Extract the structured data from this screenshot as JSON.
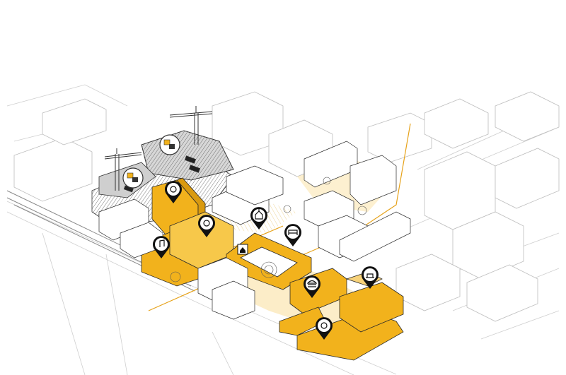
{
  "palette": {
    "background": "#ffffff",
    "context_line": "#c8c8c8",
    "highlight": "#f2b21c",
    "highlight_light": "#f7d27a",
    "construction": "#8c8c8c",
    "outline": "#2a2a2a",
    "path": "#e6a21a",
    "street": "#d9d9d9"
  },
  "pins": [
    {
      "id": "pin-library",
      "icon": "reading-person-icon"
    },
    {
      "id": "pin-innovation",
      "icon": "lightbulb-gear-icon"
    },
    {
      "id": "pin-music",
      "icon": "music-note-icon"
    },
    {
      "id": "pin-church",
      "icon": "church-icon"
    },
    {
      "id": "pin-workshop",
      "icon": "workshop-icon"
    },
    {
      "id": "pin-food",
      "icon": "burger-icon"
    },
    {
      "id": "pin-learning",
      "icon": "laptop-person-icon"
    },
    {
      "id": "pin-wellbeing",
      "icon": "wellbeing-icon"
    }
  ],
  "markers": [
    {
      "id": "home-marker",
      "icon": "house-icon"
    }
  ],
  "cranes": [
    {
      "id": "crane-1",
      "icon": "tower-crane-icon"
    },
    {
      "id": "crane-2",
      "icon": "tower-crane-icon"
    }
  ],
  "process_icons": [
    {
      "id": "process-1",
      "icon": "cycle-arrows-icon"
    },
    {
      "id": "process-2",
      "icon": "cycle-arrows-icon"
    }
  ]
}
